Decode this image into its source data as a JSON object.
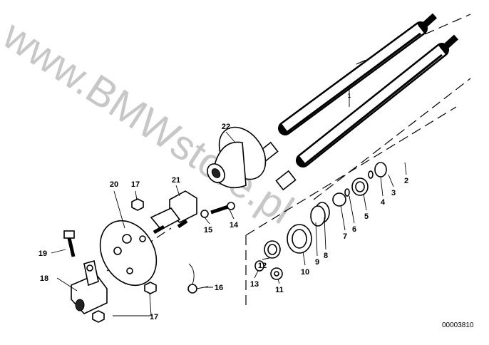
{
  "diagram": {
    "watermark": "www.BMWstore.pl",
    "drawing_number": "00003810",
    "labels": {
      "p1": "1",
      "p2": "2",
      "p3": "3",
      "p4": "4",
      "p5": "5",
      "p6": "6",
      "p7": "7",
      "p8": "8",
      "p9": "9",
      "p10": "10",
      "p11": "11",
      "p12": "12",
      "p13": "13",
      "p14": "14",
      "p15": "15",
      "p16": "16",
      "p17a": "17",
      "p17b": "17",
      "p18": "18",
      "p19": "19",
      "p20": "20",
      "p21": "21",
      "p22": "22"
    }
  }
}
